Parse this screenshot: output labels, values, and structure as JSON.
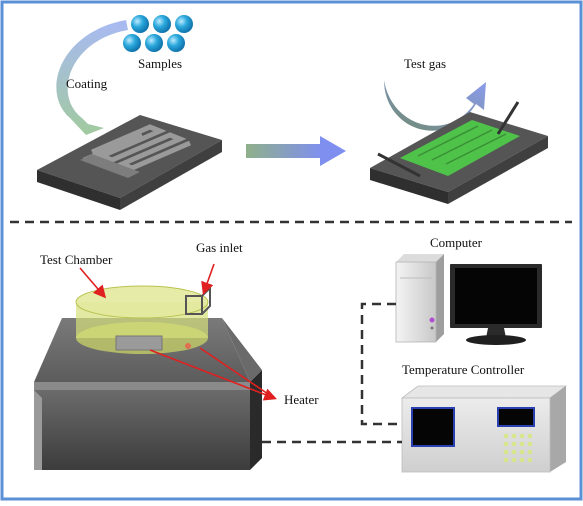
{
  "labels": {
    "samples": "Samples",
    "coating": "Coating",
    "test_gas": "Test gas",
    "test_chamber": "Test Chamber",
    "gas_inlet": "Gas inlet",
    "computer": "Computer",
    "temperature_controller": "Temperature Controller",
    "heater": "Heater"
  },
  "colors": {
    "frame_border": "#5b8fd6",
    "sample_sphere": "#2aa8dc",
    "substrate": "#4a4a4a",
    "electrode": "#8a8a8a",
    "sensing_film": "#4fc24a",
    "chamber": "#d6e07a",
    "arrow_red": "#e02020",
    "dashed_line": "#333333"
  },
  "icons": [
    "sample-spheres-icon",
    "coating-arrow-icon",
    "process-arrow-icon",
    "test-gas-arrow-icon",
    "sensor-substrate-icon",
    "coated-sensor-icon",
    "heating-platform-icon",
    "test-chamber-icon",
    "computer-icon",
    "temperature-controller-icon"
  ]
}
